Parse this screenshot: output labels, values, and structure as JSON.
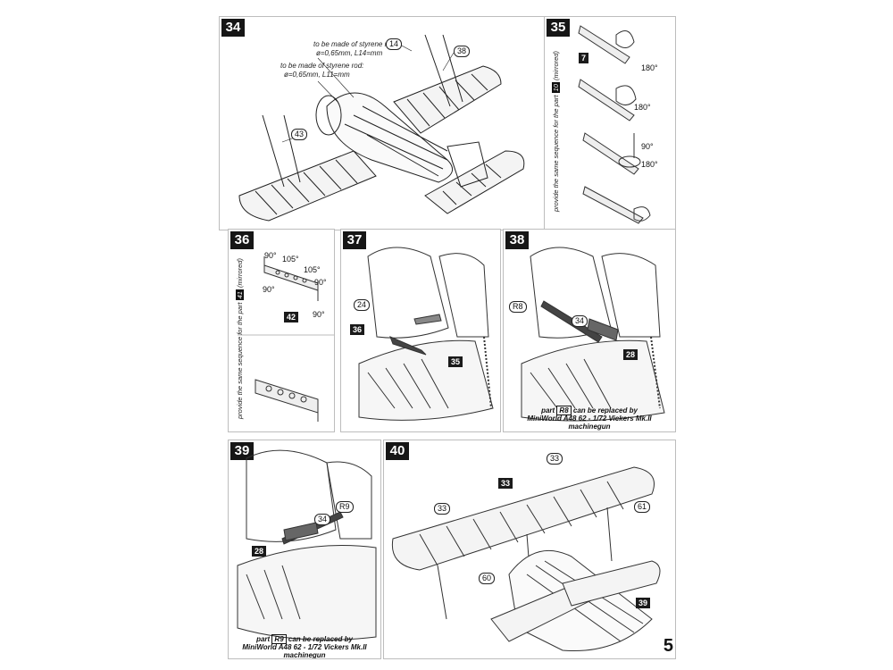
{
  "page_number": "5",
  "steps": {
    "s34": {
      "number": "34",
      "note1": "to be made of styrene rod:",
      "note1b": "ø=0,65mm, L14=mm",
      "note2": "to be made of styrene rod:",
      "note2b": "ø=0,65mm, L11=mm",
      "parts": [
        "14",
        "38",
        "43"
      ]
    },
    "s35": {
      "number": "35",
      "side_text": "provide the same sequence for the part",
      "side_part": "10",
      "side_suffix": "(mirrored)",
      "part": "7",
      "angles": [
        "180°",
        "180°",
        "90°",
        "180°"
      ]
    },
    "s36": {
      "number": "36",
      "side_text": "provide the same sequence for the part",
      "side_part": "41",
      "side_suffix": "(mirrored)",
      "part": "42",
      "angles": [
        "90°",
        "105°",
        "105°",
        "90°",
        "90°",
        "90°"
      ]
    },
    "s37": {
      "number": "37",
      "parts": [
        "24",
        "36",
        "35"
      ]
    },
    "s38": {
      "number": "38",
      "parts": [
        "R8",
        "34",
        "28"
      ],
      "caption_pre": "part",
      "caption_part": "R8",
      "caption_post": "can be replaced by",
      "caption_line2": "MiniWorld A48 62 - 1/72 Vickers Mk.II machinegun"
    },
    "s39": {
      "number": "39",
      "parts": [
        "R9",
        "34",
        "28"
      ],
      "caption_pre": "part",
      "caption_part": "R9",
      "caption_post": "can be replaced by",
      "caption_line2": "MiniWorld A48 62 - 1/72 Vickers Mk.II machinegun"
    },
    "s40": {
      "number": "40",
      "parts": [
        "33",
        "33",
        "33",
        "61",
        "60",
        "39"
      ]
    }
  }
}
